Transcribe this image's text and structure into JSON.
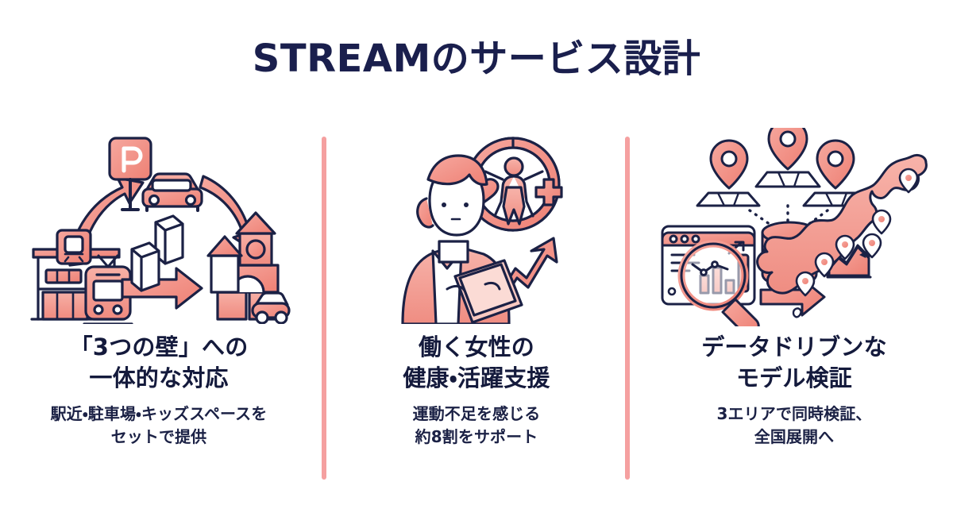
{
  "page": {
    "title": "STREAMのサービス設計",
    "background_color": "#ffffff"
  },
  "theme": {
    "accent": "#f08a80",
    "accent_light": "#f7b3ab",
    "accent_deep": "#ea7a70",
    "ink": "#1a1f4d",
    "heading": "#141a3c",
    "body": "#1b2145",
    "divider": "#f5a0a0"
  },
  "columns": [
    {
      "id": "three-walls",
      "icon": "station-parking-kids-cycle-icon",
      "heading": "「3つの壁」への\n一体的な対応",
      "body": "駅近・駐車場・キッズスペースを\nセットで提供"
    },
    {
      "id": "womens-health",
      "icon": "working-woman-health-growth-icon",
      "heading": "働く女性の\n健康・活躍支援",
      "body": "運動不足を感じる\n約8割をサポート"
    },
    {
      "id": "data-driven",
      "icon": "data-driven-japan-map-icon",
      "heading": "データドリブンな\nモデル検証",
      "body": "3エリアで同時検証、\n全国展開へ"
    }
  ],
  "dividers": [
    {
      "id": "divider-1"
    },
    {
      "id": "divider-2"
    }
  ]
}
